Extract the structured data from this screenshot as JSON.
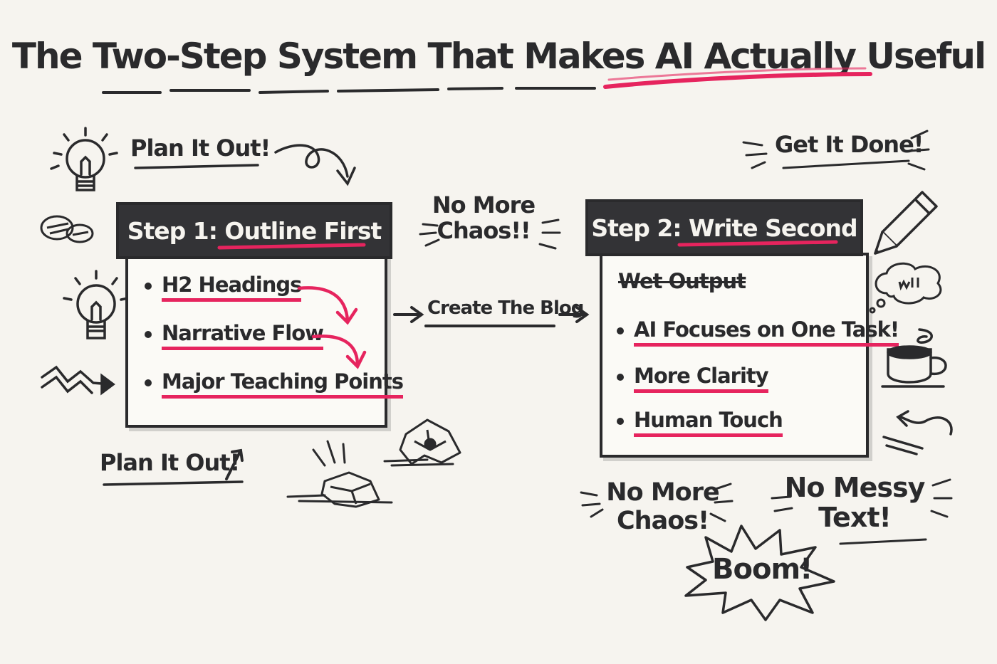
{
  "title": "The Two-Step System That Makes AI Actually Useful",
  "left_labels": {
    "plan_top": "Plan It Out!",
    "plan_bottom": "Plan It Out!"
  },
  "step1": {
    "heading": "Step 1: Outline First",
    "items": [
      "H2 Headings",
      "Narrative Flow",
      "Major Teaching Points"
    ]
  },
  "middle": {
    "no_more_chaos": "No More\nChaos!!",
    "create_blog": "Create The Blog"
  },
  "step2": {
    "heading": "Step 2: Write Second",
    "struck_item": "Wet Output",
    "items": [
      "AI Focuses on One Task!",
      "More Clarity",
      "Human Touch"
    ]
  },
  "right_labels": {
    "get_it_done": "Get It Done!",
    "no_more_chaos": "No More\nChaos!",
    "no_messy_text": "No Messy\nText!",
    "boom": "Boom!"
  },
  "colors": {
    "ink": "#2a2a2c",
    "accent": "#e6245e",
    "paper": "#f6f4ef"
  }
}
